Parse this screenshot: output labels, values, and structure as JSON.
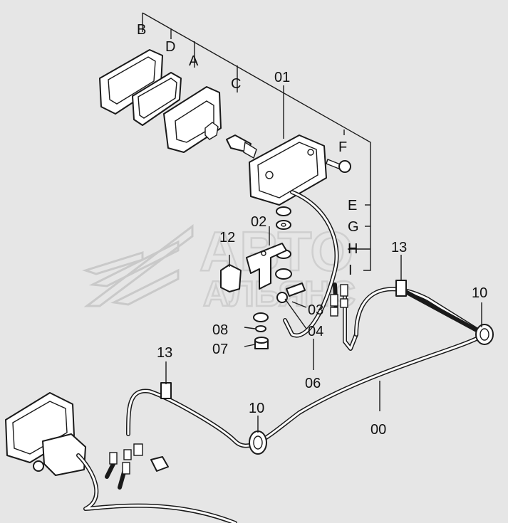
{
  "labels": {
    "B": "B",
    "D": "D",
    "A": "A",
    "C": "C",
    "p01": "01",
    "F": "F",
    "E": "E",
    "G": "G",
    "H": "H",
    "I": "I",
    "p02": "02",
    "p12": "12",
    "p13a": "13",
    "p13b": "13",
    "p10a": "10",
    "p10b": "10",
    "p03": "03",
    "p04": "04",
    "p08": "08",
    "p07": "07",
    "p06": "06",
    "p00": "00"
  },
  "watermark": {
    "line1": "АВТО",
    "line2": "АЛЬЯНС"
  }
}
